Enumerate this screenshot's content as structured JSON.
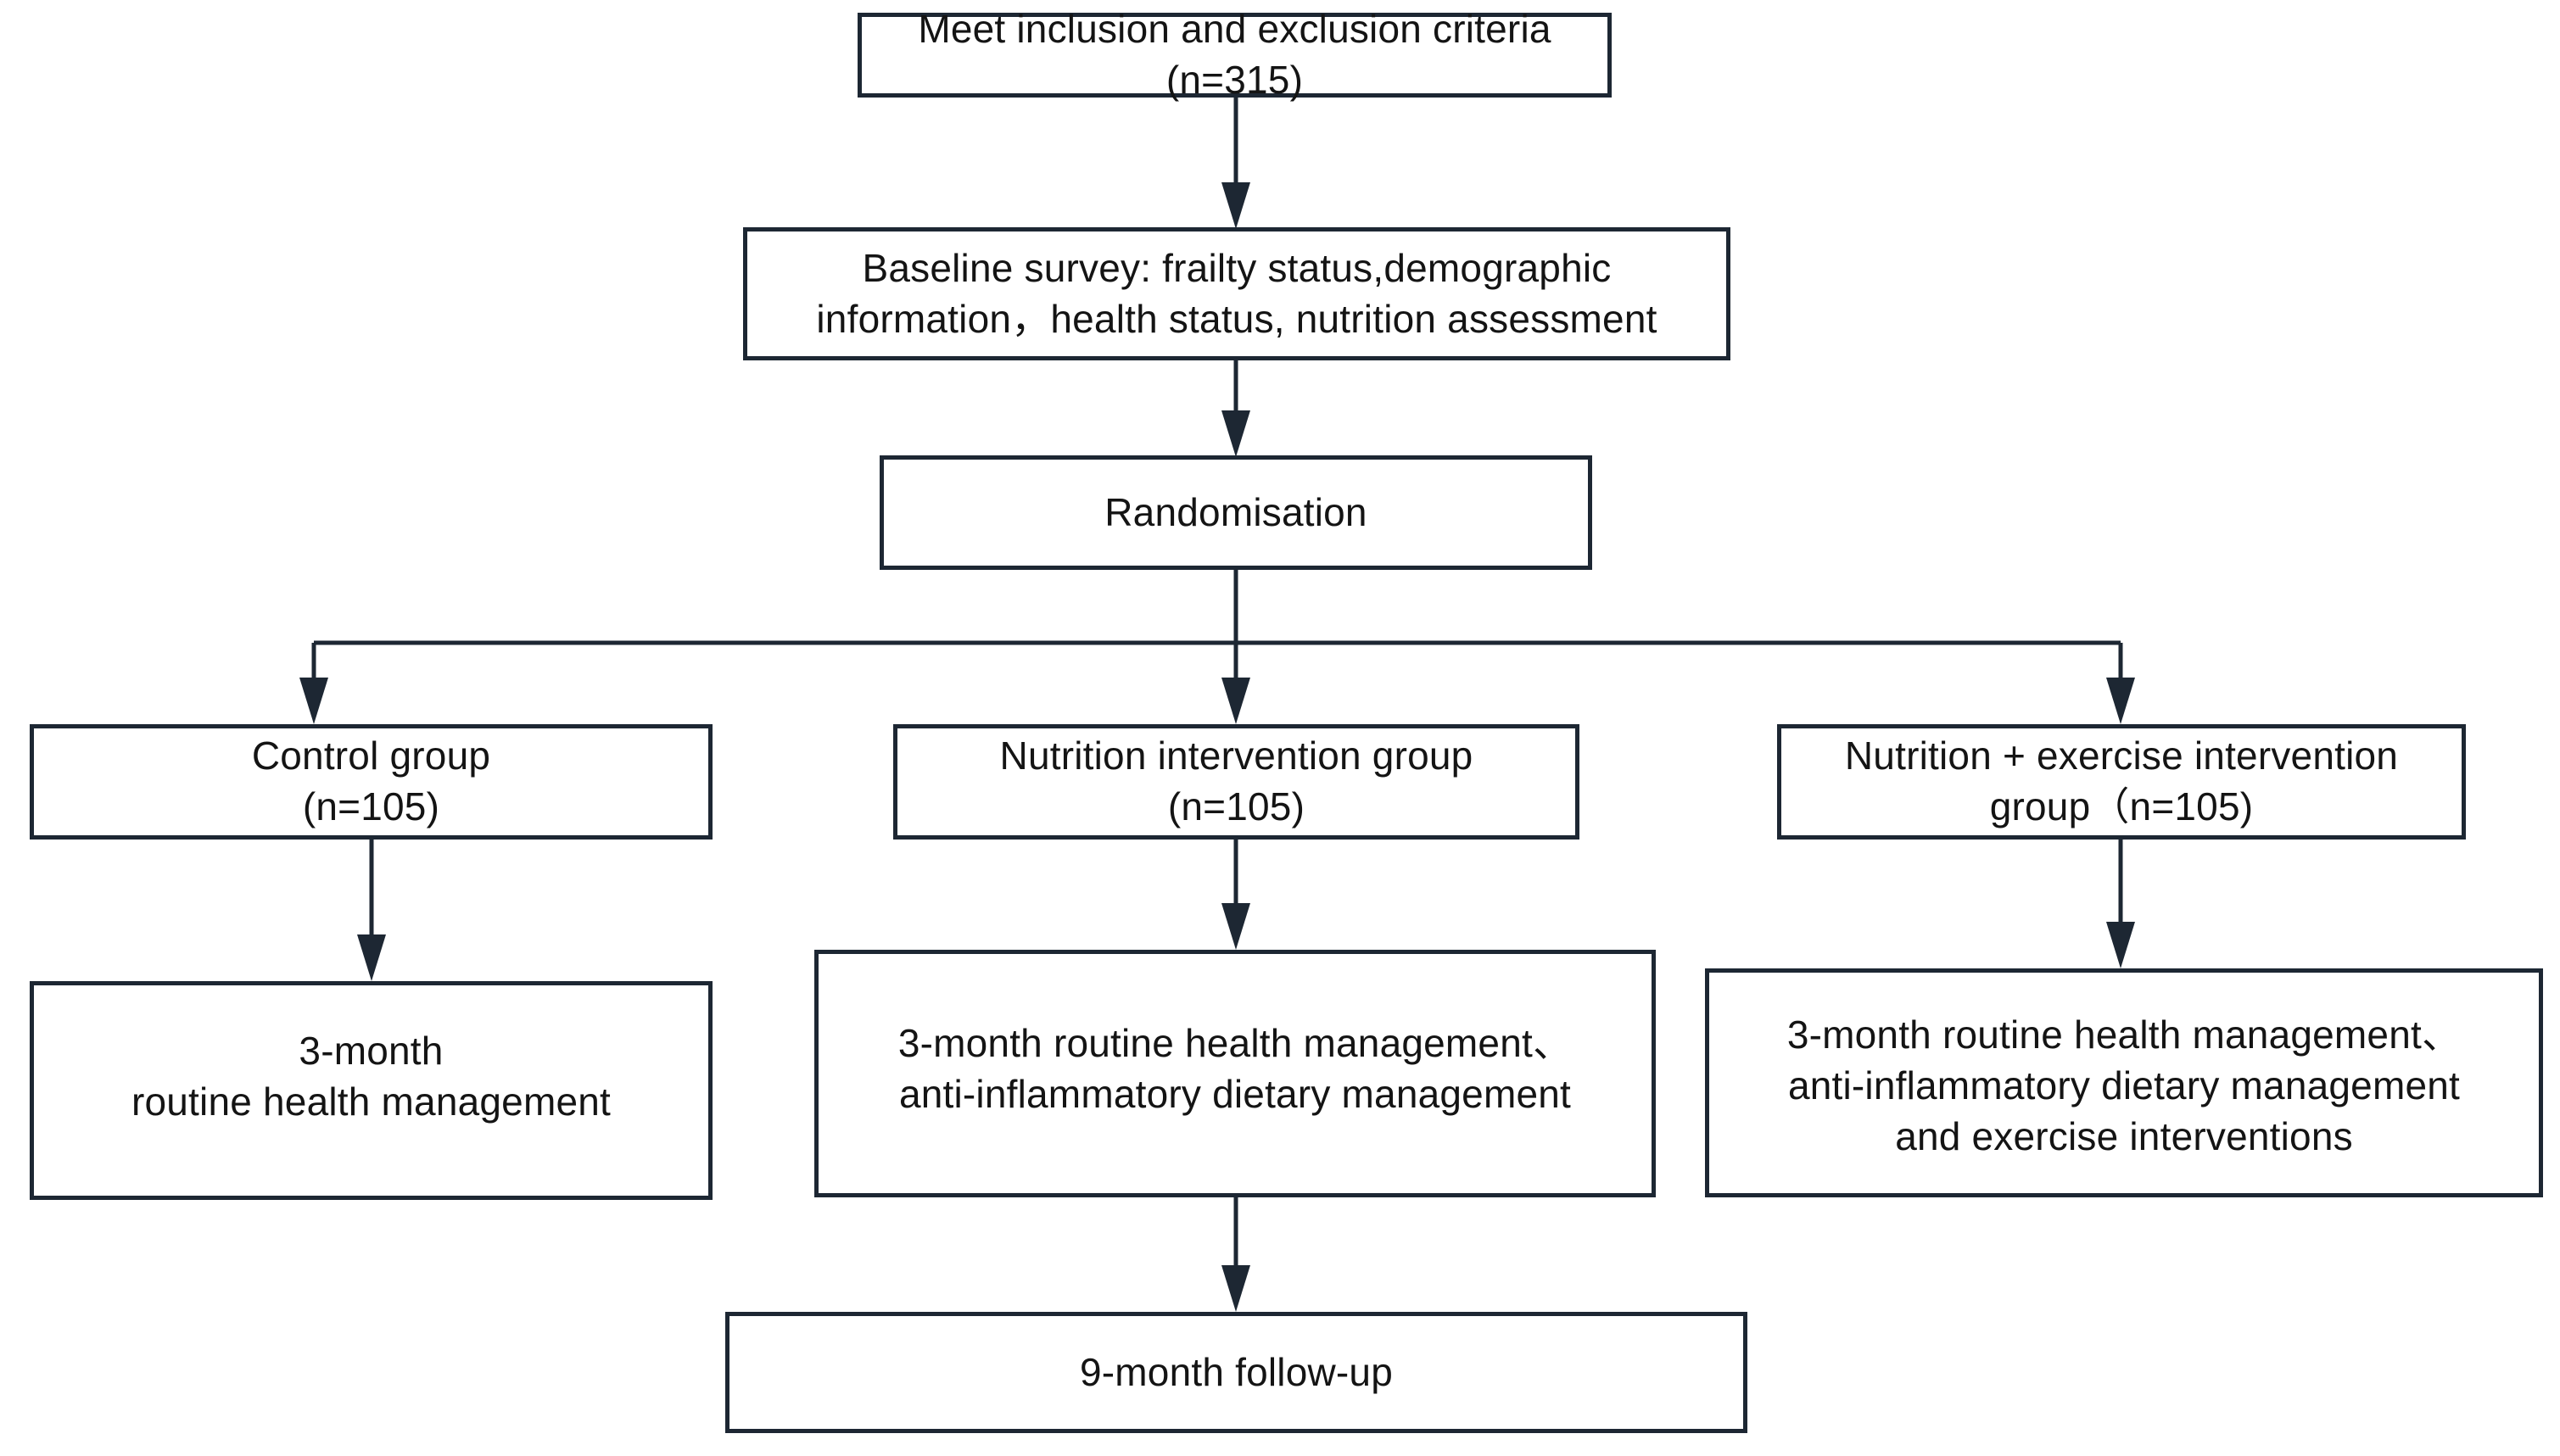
{
  "diagram": {
    "title": "CONSORT-style study flow diagram",
    "type": "flowchart",
    "colors": {
      "border": "#1d2733",
      "text": "#141414",
      "background": "#ffffff"
    },
    "nodes": {
      "eligibility": {
        "text": "Meet inclusion and exclusion criteria\n(n=315)",
        "n": 315
      },
      "baseline": {
        "text": "Baseline survey: frailty status,demographic\ninformation，health status, nutrition assessment"
      },
      "randomisation": {
        "text": "Randomisation"
      },
      "control_group": {
        "text": "Control group\n(n=105)",
        "n": 105
      },
      "nutrition_group": {
        "text": "Nutrition intervention group\n(n=105)",
        "n": 105
      },
      "nutrition_exercise_group": {
        "text": "Nutrition + exercise intervention\ngroup（n=105)",
        "n": 105
      },
      "control_intervention": {
        "text": "3-month\nroutine health management"
      },
      "nutrition_intervention": {
        "text": "3-month routine health management、\nanti-inflammatory dietary management"
      },
      "nutrition_exercise_intervention": {
        "text": "3-month routine health management、\nanti-inflammatory dietary management\nand exercise interventions"
      },
      "followup": {
        "text": "9-month follow-up"
      }
    },
    "edges": [
      {
        "from": "eligibility",
        "to": "baseline",
        "kind": "arrow-down"
      },
      {
        "from": "baseline",
        "to": "randomisation",
        "kind": "arrow-down"
      },
      {
        "from": "randomisation",
        "to": "control_group",
        "kind": "branch-left"
      },
      {
        "from": "randomisation",
        "to": "nutrition_group",
        "kind": "branch-center"
      },
      {
        "from": "randomisation",
        "to": "nutrition_exercise_group",
        "kind": "branch-right"
      },
      {
        "from": "control_group",
        "to": "control_intervention",
        "kind": "arrow-down"
      },
      {
        "from": "nutrition_group",
        "to": "nutrition_intervention",
        "kind": "arrow-down"
      },
      {
        "from": "nutrition_exercise_group",
        "to": "nutrition_exercise_intervention",
        "kind": "arrow-down"
      },
      {
        "from": "nutrition_intervention",
        "to": "followup",
        "kind": "arrow-down"
      }
    ]
  }
}
